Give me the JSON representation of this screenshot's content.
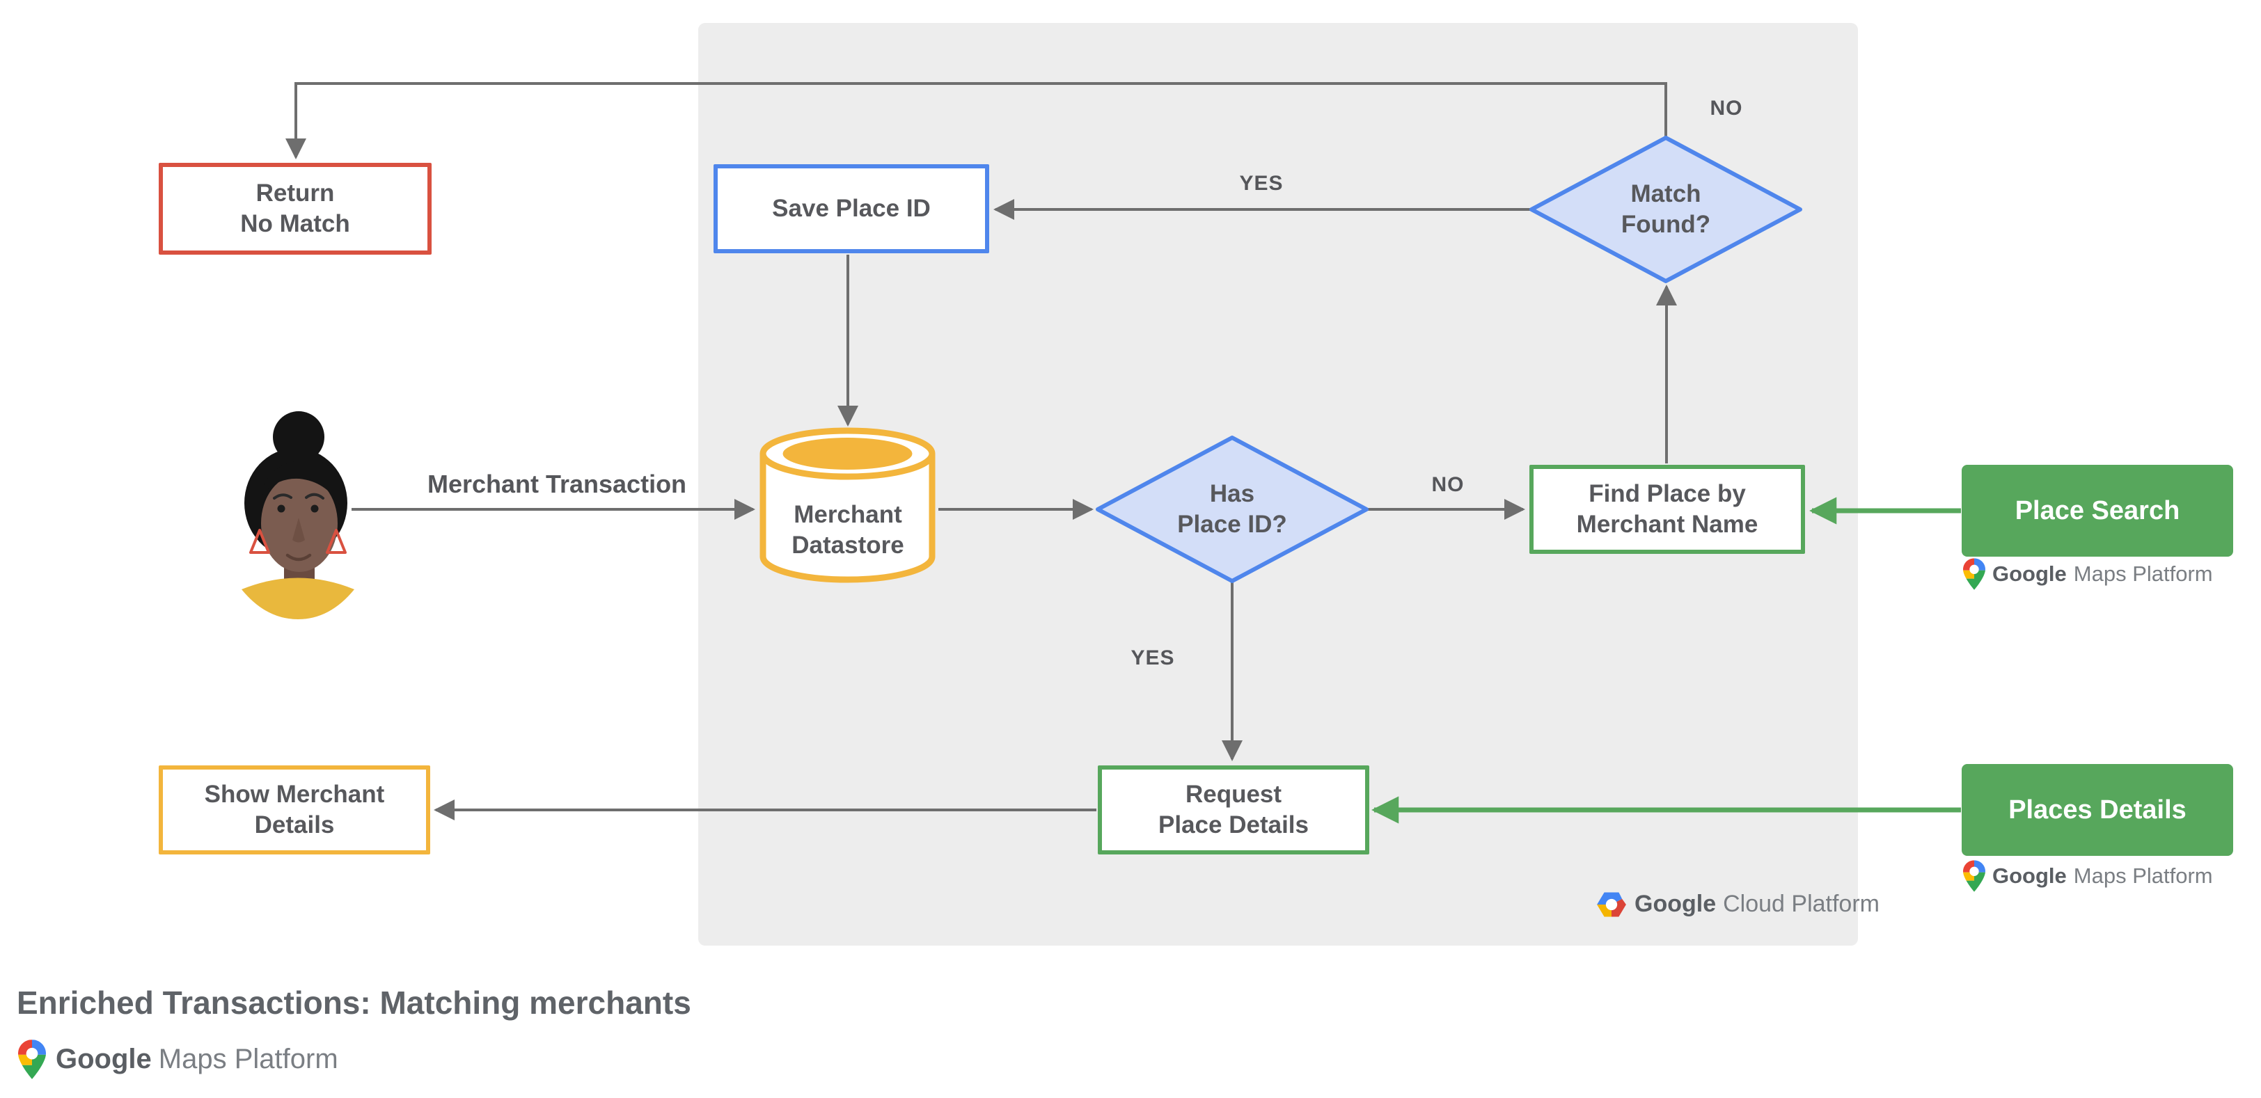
{
  "title": "Enriched Transactions: Matching merchants",
  "colors": {
    "panel_gray": "#EDEDED",
    "border_red": "#D95140",
    "border_blue": "#4F86EC",
    "diamond_fill_blue": "#D3DEF8",
    "border_yellow": "#F3B53C",
    "green": "#57A75C",
    "arrow_gray": "#6E6E6E",
    "text_gray": "#57585C"
  },
  "nodes": {
    "return_no_match": {
      "line1": "Return",
      "line2": "No Match"
    },
    "save_place_id": {
      "label": "Save Place ID"
    },
    "match_found": {
      "line1": "Match",
      "line2": "Found?"
    },
    "merchant_datastore": {
      "line1": "Merchant",
      "line2": "Datastore"
    },
    "has_place_id": {
      "line1": "Has",
      "line2": "Place ID?"
    },
    "find_place_by_merchant_name": {
      "line1": "Find Place by",
      "line2": "Merchant Name"
    },
    "request_place_details": {
      "line1": "Request",
      "line2": "Place Details"
    },
    "show_merchant_details": {
      "line1": "Show Merchant",
      "line2": "Details"
    },
    "place_search": {
      "label": "Place Search"
    },
    "places_details": {
      "label": "Places Details"
    }
  },
  "edge_labels": {
    "match_found_no": "NO",
    "match_found_yes": "YES",
    "has_place_id_no": "NO",
    "has_place_id_yes": "YES",
    "merchant_transaction": "Merchant Transaction"
  },
  "logos": {
    "maps": {
      "google": "Google",
      "product": "Maps Platform"
    },
    "cloud": {
      "google": "Google",
      "product": "Cloud Platform"
    }
  }
}
